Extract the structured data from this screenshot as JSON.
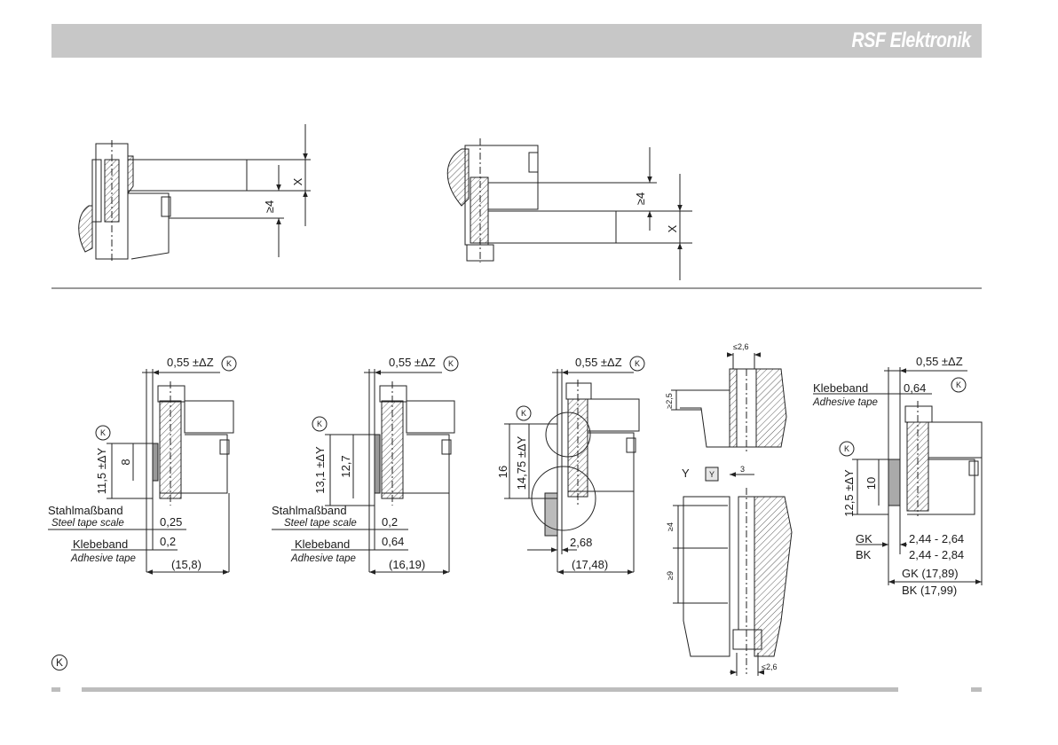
{
  "header": {
    "brand": "RSF Elektronik"
  },
  "symbols": {
    "k_marker": "K",
    "y_marker": "Y"
  },
  "top": {
    "left": {
      "dim_x": "X",
      "dim_min": "≥4"
    },
    "right": {
      "dim_min": "≥4",
      "dim_x": "X"
    }
  },
  "details": [
    {
      "top_dim": "0,55 ±ΔZ",
      "height_outer": "11,5 ±ΔY",
      "height_inner": "8",
      "label1_de": "Stahlmaßband",
      "label1_en": "Steel tape scale",
      "label1_val": "0,25",
      "label2_de": "Klebeband",
      "label2_en": "Adhesive tape",
      "label2_val": "0,2",
      "total": "(15,8)"
    },
    {
      "top_dim": "0,55 ±ΔZ",
      "height_outer": "13,1 ±ΔY",
      "height_inner": "12,7",
      "label1_de": "Stahlmaßband",
      "label1_en": "Steel tape scale",
      "label1_val": "0,2",
      "label2_de": "Klebeband",
      "label2_en": "Adhesive tape",
      "label2_val": "0,64",
      "total": "(16,19)"
    },
    {
      "top_dim": "0,55 ±ΔZ",
      "height_outer": "16",
      "height_inner": "14,75 ±ΔY",
      "label1_val": "2,68",
      "total": "(17,48)"
    },
    {
      "dim_top": "≤2,6",
      "dim_side": "≥2,5",
      "y_label": "Y",
      "y_dim": "3",
      "dim_a": "≥4",
      "dim_b": "≥9",
      "dim_bottom": "≤2,6"
    },
    {
      "top_dim": "0,55 ±ΔZ",
      "tape_de": "Klebeband",
      "tape_en": "Adhesive tape",
      "tape_val": "0,64",
      "height_outer": "12,5 ±ΔY",
      "height_inner": "10",
      "gk": "GK",
      "gk_val": "2,44 - 2,64",
      "bk": "BK",
      "bk_val": "2,44 - 2,84",
      "gk_total": "GK (17,89)",
      "bk_total": "BK (17,99)"
    }
  ]
}
